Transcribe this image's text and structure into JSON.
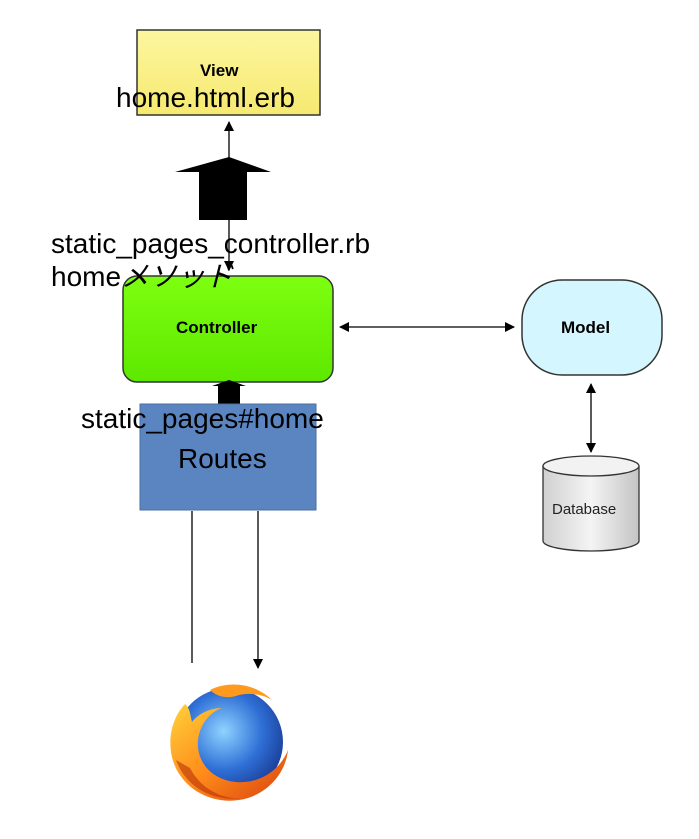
{
  "diagram": {
    "view": {
      "title": "View",
      "file": "home.html.erb",
      "fill": "#fcf28a"
    },
    "controller": {
      "title": "Controller",
      "file": "static_pages_controller.rb",
      "method_prefix": "home",
      "method_suffix": "メソッド",
      "fill": "#6cff00"
    },
    "model": {
      "title": "Model",
      "fill": "#d4f6ff"
    },
    "database": {
      "title": "Database",
      "fill": "#e6e6e6"
    },
    "routes": {
      "title": "Routes",
      "action": "static_pages#home",
      "fill": "#5b85c0"
    },
    "browser": {
      "icon": "firefox-icon"
    }
  }
}
